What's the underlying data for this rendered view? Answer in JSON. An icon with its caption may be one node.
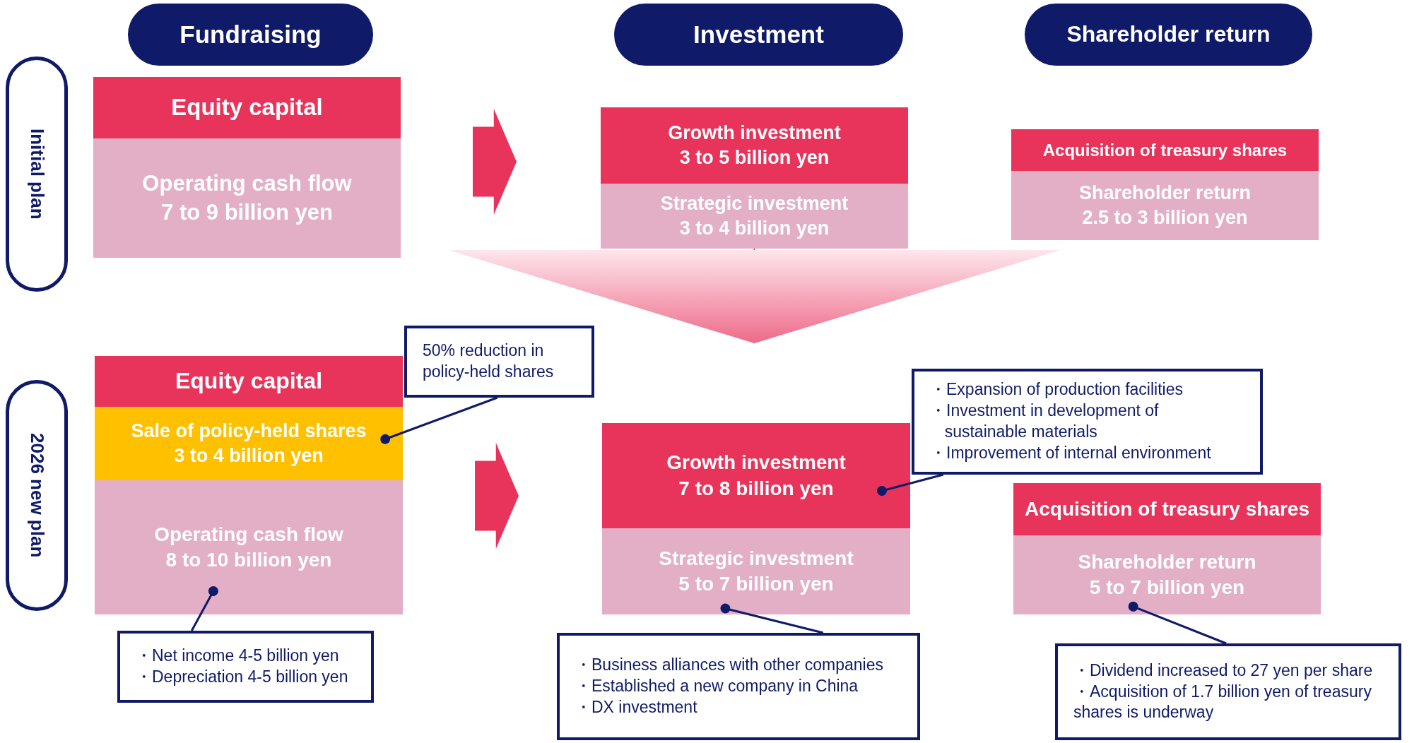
{
  "diagram": {
    "nodes": [
      {
        "text": [
          "Fundraising"
        ]
      },
      {
        "text": [
          "Investment"
        ]
      },
      {
        "text": [
          "Shareholder return"
        ]
      },
      {
        "text": [
          "Initial plan"
        ]
      },
      {
        "text": [
          "Equity capital"
        ]
      },
      {
        "text": [
          "Operating cash flow",
          "7 to 9 billion yen"
        ]
      },
      {
        "text": [
          "Growth investment",
          "3 to 5 billion yen"
        ]
      },
      {
        "text": [
          "Strategic investment",
          "3 to 4 billion yen"
        ]
      },
      {
        "text": [
          "Acquisition of treasury shares"
        ]
      },
      {
        "text": [
          "Shareholder return",
          "2.5 to 3 billion yen"
        ]
      },
      {
        "text": [
          "50% reduction in policy-held shares"
        ]
      },
      {
        "text": [
          "2026 new plan"
        ]
      },
      {
        "text": [
          "Equity capital"
        ]
      },
      {
        "text": [
          "Sale of policy-held shares",
          "3 to 4 billion yen"
        ]
      },
      {
        "text": [
          "・Expansion of production facilities",
          "・Investment in development of sustainable materials",
          "・Improvement of internal environment"
        ]
      },
      {
        "text": [
          "Growth investment",
          "7 to 8 billion yen"
        ]
      },
      {
        "text": [
          "Operating cash flow",
          "8 to 10 billion yen"
        ]
      },
      {
        "text": [
          "Acquisition of treasury shares"
        ]
      },
      {
        "text": [
          "Strategic investment",
          "5 to 7 billion yen"
        ]
      },
      {
        "text": [
          "Shareholder return",
          "5 to 7 billion yen"
        ]
      },
      {
        "text": [
          "・Net income 4-5 billion yen",
          "・Depreciation 4-5 billion yen"
        ]
      },
      {
        "text": [
          "・Business alliances with other companies",
          "・Established a new company in China",
          "・DX investment"
        ]
      },
      {
        "text": [
          "・Dividend increased to 27 yen per share",
          "・Acquisition of 1.7 billion yen of treasury shares is underway"
        ]
      },
      {
        "text": [],
        "shape": "arrow"
      },
      {
        "text": [],
        "shape": "arrow"
      }
    ],
    "edges": [
      {
        "from": 7,
        "to": null,
        "arrow": "to",
        "color": "#e8345a"
      },
      {
        "from": 10,
        "to": 13,
        "arrow": "other"
      },
      {
        "from": 14,
        "to": 15,
        "arrow": "other"
      },
      {
        "from": 20,
        "to": 16,
        "arrow": "other"
      },
      {
        "from": 21,
        "to": 18,
        "arrow": "other"
      },
      {
        "from": 22,
        "to": 19,
        "arrow": "other"
      }
    ]
  }
}
